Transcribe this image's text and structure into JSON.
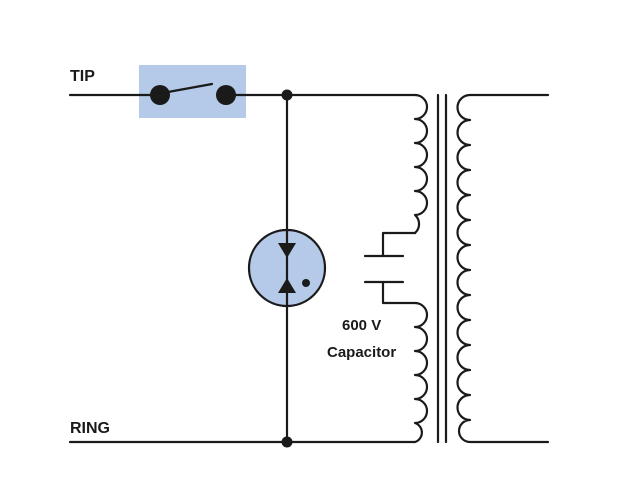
{
  "labels": {
    "tip": "TIP",
    "ring": "RING",
    "capacitor_voltage": "600 V",
    "capacitor_name": "Capacitor"
  },
  "colors": {
    "line": "#1a1a1a",
    "component_fill": "#b5c9e8",
    "component_stroke": "#1a1a1a"
  },
  "components": {
    "switch_icon": "switch-icon",
    "gas_tube_icon": "gas-discharge-tube-icon",
    "capacitor_icon": "capacitor-icon",
    "transformer_icon": "transformer-icon"
  }
}
